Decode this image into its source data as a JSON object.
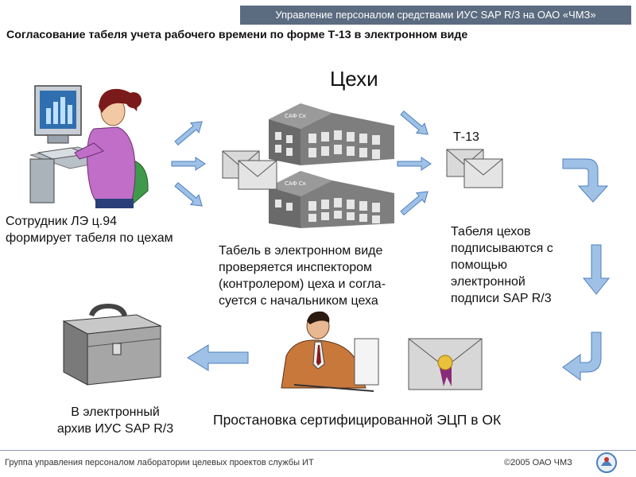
{
  "header": {
    "banner": "Управление персоналом средствами ИУС SAP R/3 на ОАО «ЧМЗ»",
    "title": "Согласование табеля учета рабочего времени по форме Т-13 в электронном виде"
  },
  "diagram": {
    "workshops_heading": "Цехи",
    "t13_label": "Т-13",
    "employee_caption": [
      "Сотрудник ЛЭ ц.94",
      "формирует табеля по цехам"
    ],
    "check_caption": [
      "Табель в электронном виде",
      "проверяется инспектором",
      "(контролером) цеха и согла-",
      "суется с начальником цеха"
    ],
    "sign_caption": [
      "Табеля цехов",
      "подписываются с",
      "помощью",
      "электронной",
      "подписи SAP R/3"
    ],
    "ecp_caption": "Простановка сертифицированной ЭЦП в ОК",
    "archive_caption": [
      "В электронный",
      "архив ИУС SAP R/3"
    ],
    "building_sign": "САФ Ск"
  },
  "footer": {
    "left": "Группа управления персоналом лаборатории целевых проектов службы ИТ",
    "right": "©2005 ОАО ЧМЗ"
  },
  "colors": {
    "banner": "#5b6b80",
    "arrow_fill": "#9fc1e6",
    "arrow_stroke": "#4d7fbf",
    "building": "#5e5e5e"
  }
}
